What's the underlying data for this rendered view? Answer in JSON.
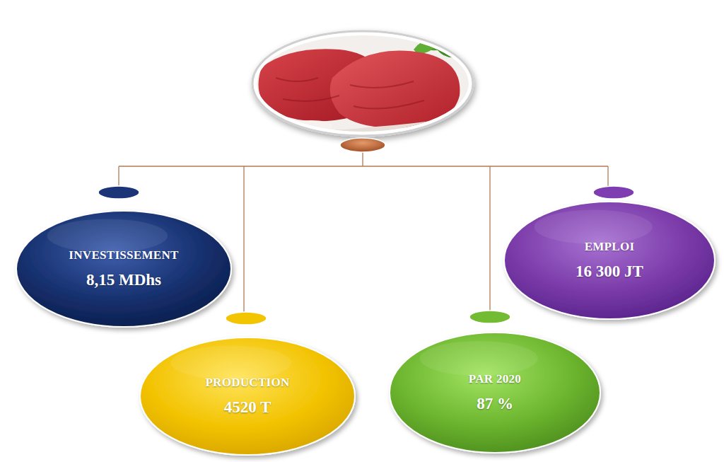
{
  "diagram": {
    "nodes": [
      {
        "text": [
          "INVESTISSEMENT",
          "8,15 MDhs"
        ]
      },
      {
        "text": [
          "EMPLOI",
          "16 300 JT"
        ]
      },
      {
        "text": [
          "PRODUCTION",
          "4520 T"
        ]
      },
      {
        "text": [
          "PAR  2020",
          "87 %"
        ]
      }
    ]
  }
}
